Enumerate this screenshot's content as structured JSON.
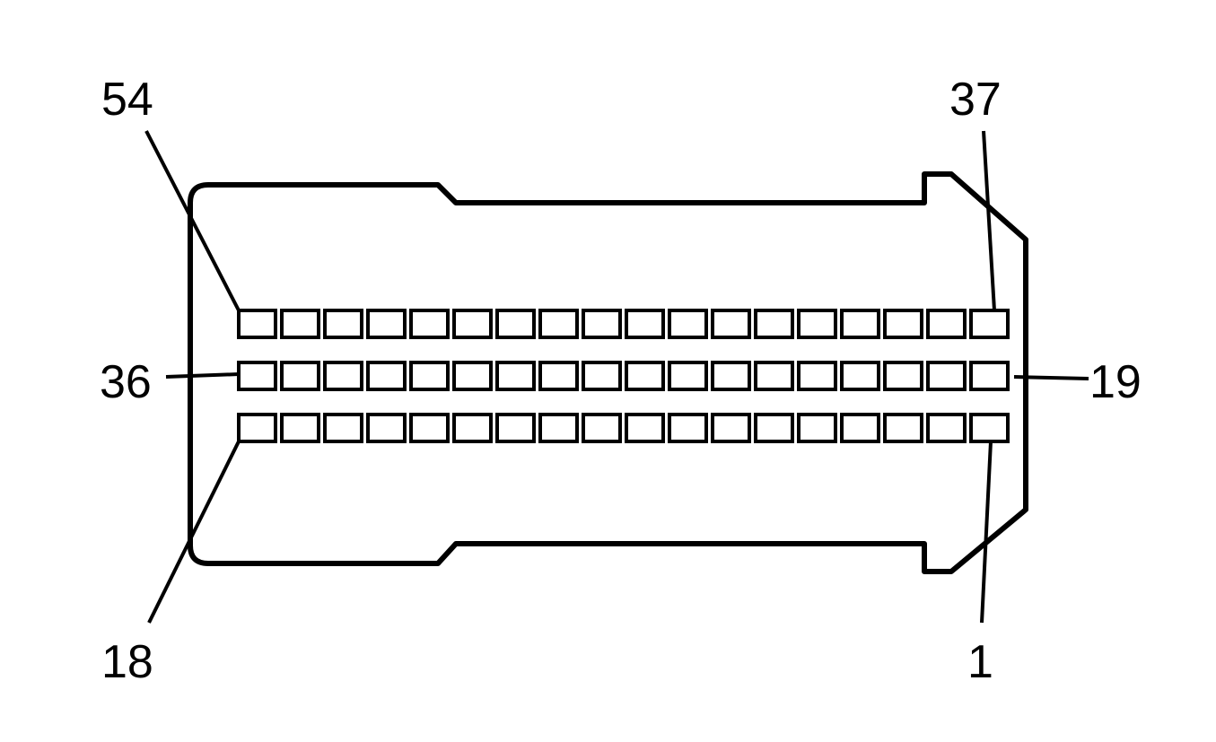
{
  "diagram": {
    "type": "connector-pinout",
    "pins_per_row": 18,
    "row_count": 3,
    "colors": {
      "line": "#000000",
      "background": "#ffffff",
      "cavity_fill": "#ffffff"
    },
    "labels": {
      "top_left": "54",
      "top_right": "37",
      "middle_left": "36",
      "middle_right": "19",
      "bottom_left": "18",
      "bottom_right": "1"
    }
  }
}
